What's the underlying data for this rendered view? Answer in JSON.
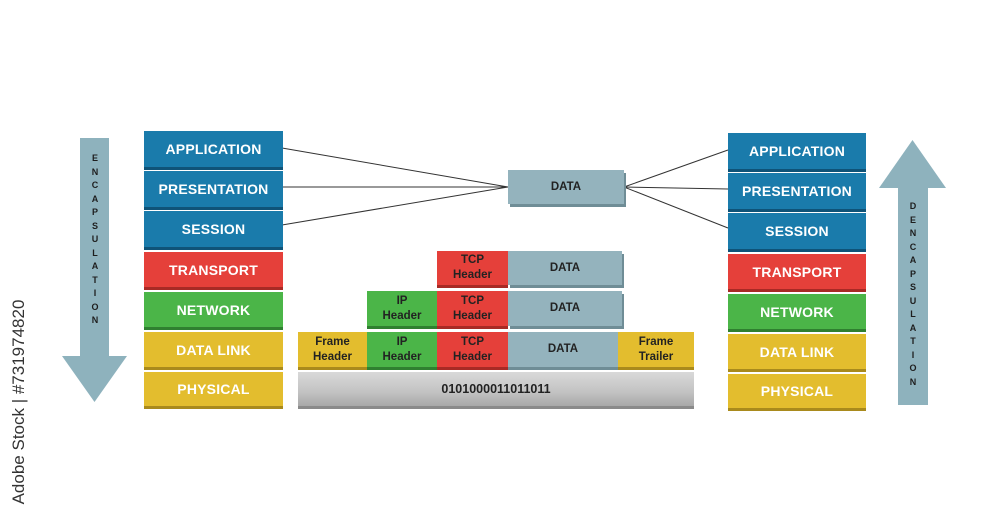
{
  "osi_left": [
    "APPLICATION",
    "PRESENTATION",
    "SESSION",
    "TRANSPORT",
    "NETWORK",
    "DATA LINK",
    "PHYSICAL"
  ],
  "osi_right": [
    "APPLICATION",
    "PRESENTATION",
    "SESSION",
    "TRANSPORT",
    "NETWORK",
    "DATA LINK",
    "PHYSICAL"
  ],
  "encapsulation_label": "ENCAPSULATION",
  "decapsulation_label": "DENCAPSULATION",
  "data_box": "DATA",
  "transport_row": {
    "tcp_header": "TCP Header",
    "data": "DATA"
  },
  "network_row": {
    "ip_header": "IP Header",
    "tcp_header": "TCP Header",
    "data": "DATA"
  },
  "datalink_row": {
    "frame_header": "Frame Header",
    "ip_header": "IP Header",
    "tcp_header": "TCP Header",
    "data": "DATA",
    "frame_trailer": "Frame Trailer"
  },
  "physical_bits": "0101000011011011",
  "watermark": "Adobe Stock | #731974820",
  "colors": {
    "blue": "#1a7bab",
    "red": "#e5403a",
    "green": "#4bb548",
    "yellow": "#e3bd2e",
    "grey_blue": "#94b3bd",
    "arrow": "#8eb2bd"
  }
}
